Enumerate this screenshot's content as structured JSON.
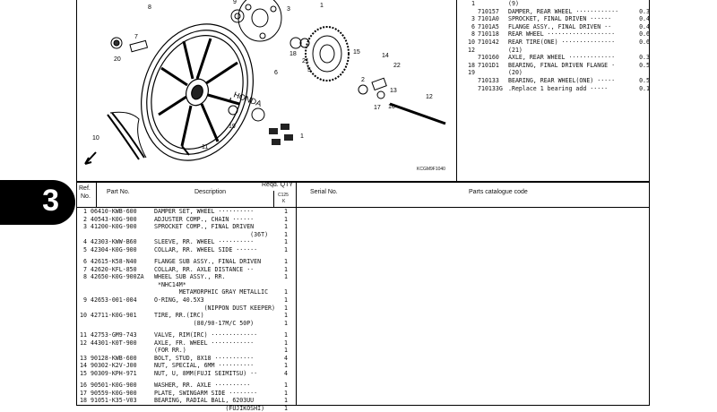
{
  "chapter": "3",
  "diagram": {
    "code": "KCGM9F1040",
    "callouts": [
      "8",
      "7",
      "20",
      "9",
      "3",
      "1",
      "15",
      "14",
      "22",
      "2",
      "18",
      "21",
      "5",
      "6",
      "17",
      "16",
      "13",
      "12",
      "4",
      "19",
      "10",
      "11",
      "1"
    ],
    "brand_text": "HONDA"
  },
  "side_list": [
    {
      "ref": "1",
      "part": "",
      "desc": "(9)",
      "qty": ""
    },
    {
      "ref": "",
      "part": "710157",
      "desc": "DAMPER, REAR WHEEL ············",
      "qty": "0.3"
    },
    {
      "ref": "3",
      "part": "7101A0",
      "desc": "SPROCKET, FINAL DRIVEN ······",
      "qty": "0.4"
    },
    {
      "ref": "6",
      "part": "7101A5",
      "desc": "FLANGE ASSY., FINAL DRIVEN ··",
      "qty": "0.4"
    },
    {
      "ref": "8",
      "part": "710118",
      "desc": "REAR WHEEL ···················",
      "qty": "0.6"
    },
    {
      "ref": "10",
      "part": "710142",
      "desc": "REAR TIRE(ONE) ···············",
      "qty": "0.6"
    },
    {
      "ref": "12",
      "part": "",
      "desc": "(21)",
      "qty": ""
    },
    {
      "ref": "",
      "part": "710160",
      "desc": "AXLE, REAR WHEEL ·············",
      "qty": "0.3"
    },
    {
      "ref": "18",
      "part": "7101D1",
      "desc": "BEARING, FINAL DRIVEN FLANGE ·",
      "qty": "0.5"
    },
    {
      "ref": "19",
      "part": "",
      "desc": "(20)",
      "qty": ""
    },
    {
      "ref": "",
      "part": "710133",
      "desc": "BEARING, REAR WHEEL(ONE) ·····",
      "qty": "0.5"
    },
    {
      "ref": "",
      "part": "710133G",
      "desc": ".Replace 1 bearing add ·····",
      "qty": "0.1"
    }
  ],
  "table": {
    "headers": {
      "ref": "Ref.",
      "ref2": "No.",
      "part_no": "Part No.",
      "description": "Description",
      "reqd_qty": "Reqd. QTY",
      "model": "C125",
      "model_sub": "K",
      "serial_no": "Serial No.",
      "catalogue_code": "Parts catalogue code"
    },
    "rows": [
      {
        "ref": "1",
        "part": "06410-KWB-600",
        "desc": "DAMPER SET, WHEEL ··········",
        "qty": "1"
      },
      {
        "ref": "2",
        "part": "40543-K0G-900",
        "desc": "ADJUSTER COMP., CHAIN ······",
        "qty": "1"
      },
      {
        "ref": "3",
        "part": "41200-K0G-900",
        "desc": "SPROCKET COMP., FINAL DRIVEN",
        "qty": "1"
      },
      {
        "ref": "",
        "part": "",
        "desc": "                           (36T)",
        "qty": "1"
      },
      {
        "ref": "4",
        "part": "42303-KWW-B60",
        "desc": "SLEEVE, RR. WHEEL ··········",
        "qty": "1"
      },
      {
        "ref": "5",
        "part": "42304-K0G-900",
        "desc": "COLLAR, RR. WHEEL SIDE ······",
        "qty": "1"
      },
      {
        "gap": true
      },
      {
        "ref": "6",
        "part": "42615-K58-N40",
        "desc": "FLANGE SUB ASSY., FINAL DRIVEN",
        "qty": "1"
      },
      {
        "ref": "7",
        "part": "42620-KFL-850",
        "desc": "COLLAR, RR. AXLE DISTANCE ··",
        "qty": "1"
      },
      {
        "ref": "8",
        "part": "42650-K0G-900ZA",
        "desc": "WHEEL SUB ASSY., RR.",
        "qty": "1"
      },
      {
        "ref": "",
        "part": "",
        "desc": " *NHC14M*",
        "qty": ""
      },
      {
        "ref": "",
        "part": "",
        "desc": "       METAMORPHIC GRAY METALLIC",
        "qty": "1"
      },
      {
        "ref": "9",
        "part": "42653-001-004",
        "desc": "O-RING, 40.5X3",
        "qty": "1"
      },
      {
        "ref": "",
        "part": "",
        "desc": "              (NIPPON DUST KEEPER)",
        "qty": "1"
      },
      {
        "ref": "10",
        "part": "42711-K0G-901",
        "desc": "TIRE, RR.(IRC)",
        "qty": "1"
      },
      {
        "ref": "",
        "part": "",
        "desc": "           (80/90-17M/C 50P)",
        "qty": "1"
      },
      {
        "gap": true
      },
      {
        "ref": "11",
        "part": "42753-GM9-743",
        "desc": "VALVE, RIM(IRC) ·············",
        "qty": "1"
      },
      {
        "ref": "12",
        "part": "44301-K0T-900",
        "desc": "AXLE, FR. WHEEL ············",
        "qty": "1"
      },
      {
        "ref": "",
        "part": "",
        "desc": "(FOR RR.)",
        "qty": "1"
      },
      {
        "ref": "13",
        "part": "90128-KWB-600",
        "desc": "BOLT, STUD, 8X18 ···········",
        "qty": "4"
      },
      {
        "ref": "14",
        "part": "90302-K2V-J00",
        "desc": "NUT, SPECIAL, 6MM ··········",
        "qty": "1"
      },
      {
        "ref": "15",
        "part": "90309-KPH-971",
        "desc": "NUT, U, 8MM(FUJI SEIMITSU) ··",
        "qty": "4"
      },
      {
        "gap": true
      },
      {
        "ref": "16",
        "part": "90501-K0G-900",
        "desc": "WASHER, RR. AXLE ··········",
        "qty": "1"
      },
      {
        "ref": "17",
        "part": "90559-K0G-900",
        "desc": "PLATE, SWINGARM SIDE ········",
        "qty": "1"
      },
      {
        "ref": "18",
        "part": "91051-K35-V03",
        "desc": "BEARING, RADIAL BALL, 6203UU",
        "qty": "1"
      },
      {
        "ref": "",
        "part": "",
        "desc": "                    (FUJIKOSHI)",
        "qty": "1"
      }
    ]
  }
}
